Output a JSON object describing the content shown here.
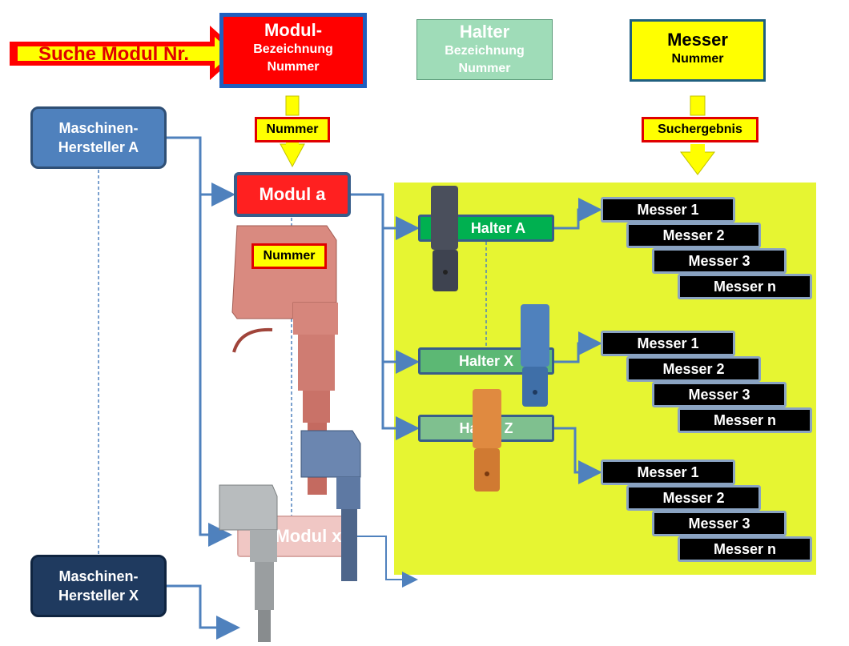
{
  "search": {
    "label": "Suche Modul Nr."
  },
  "header_modul": {
    "title": "Modul-",
    "line2": "Bezeichnung",
    "line3": "Nummer"
  },
  "header_halter": {
    "title": "Halter",
    "line2": "Bezeichnung",
    "line3": "Nummer"
  },
  "header_messer": {
    "title": "Messer",
    "line2": "Nummer"
  },
  "tags": {
    "nummer_top": "Nummer",
    "suchergebnis": "Suchergebnis",
    "nummer_module": "Nummer"
  },
  "manufacturers": [
    {
      "line1": "Maschinen-",
      "line2": "Hersteller A"
    },
    {
      "line1": "Maschinen-",
      "line2": "Hersteller X"
    }
  ],
  "modules": {
    "a": "Modul a",
    "x": "Modul x"
  },
  "halters": [
    {
      "label": "Halter A",
      "messer": [
        "Messer 1",
        "Messer 2",
        "Messer 3",
        "Messer n"
      ]
    },
    {
      "label": "Halter X",
      "messer": [
        "Messer 1",
        "Messer 2",
        "Messer 3",
        "Messer n"
      ]
    },
    {
      "label": "Halter Z",
      "messer": [
        "Messer 1",
        "Messer 2",
        "Messer 3",
        "Messer n"
      ]
    }
  ],
  "colors": {
    "search_arrow": "#ff0000",
    "search_fill": "#ffff00",
    "modul_header": "#ff0000",
    "halter_header": "#9fdcb8",
    "messer_header": "#ffff00",
    "result_area": "#e6f532",
    "manufacturer_a": "#4f81bd",
    "manufacturer_x": "#1f3a5f",
    "connector": "#4f81bd"
  }
}
